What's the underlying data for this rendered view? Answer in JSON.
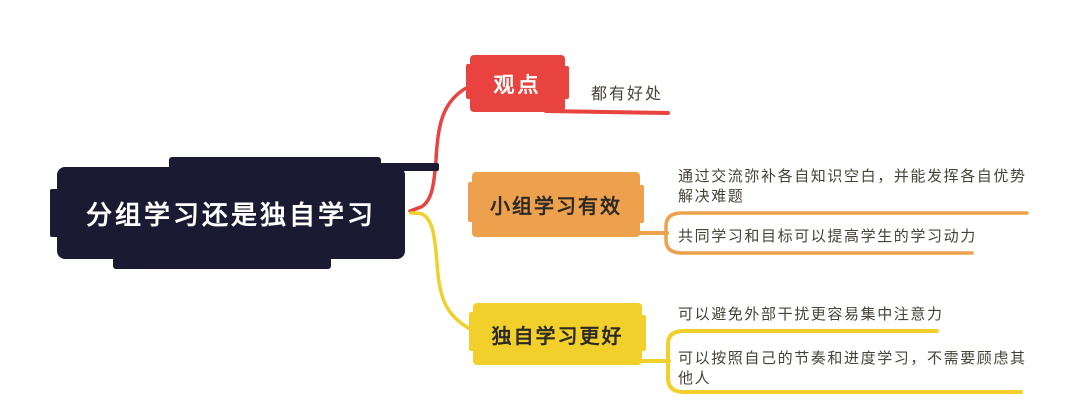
{
  "title": "分组学习还是独自学习 思维导图",
  "colors": {
    "background": "#ffffff",
    "root": "#1a1a33",
    "root_text": "#ffffff",
    "red": "#e8433e",
    "orange": "#eda14d",
    "yellow": "#f1d02b",
    "box_text": "#2d2a25",
    "text": "#474239"
  },
  "root": {
    "label": "分组学习还是独自学习"
  },
  "branches": [
    {
      "id": "viewpoint",
      "label": "观点",
      "color": "#e8433e",
      "children": [
        {
          "text": "都有好处"
        }
      ]
    },
    {
      "id": "group-study",
      "label": "小组学习有效",
      "color": "#eda14d",
      "children": [
        {
          "text": "通过交流弥补各自知识空白，并能发挥各自优势解决难题"
        },
        {
          "text": "共同学习和目标可以提高学生的学习动力"
        }
      ]
    },
    {
      "id": "solo-study",
      "label": "独自学习更好",
      "color": "#f1d02b",
      "children": [
        {
          "text": "可以避免外部干扰更容易集中注意力"
        },
        {
          "text": "可以按照自己的节奏和进度学习，不需要顾虑其他人"
        }
      ]
    }
  ]
}
